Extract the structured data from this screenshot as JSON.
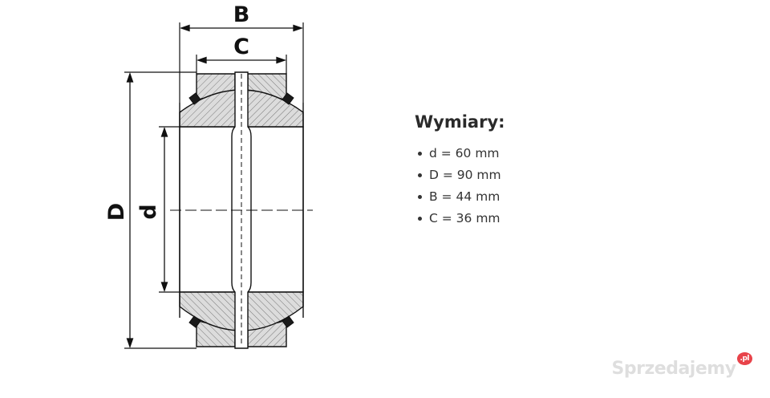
{
  "drawing": {
    "labels": {
      "B": "B",
      "C": "C",
      "D": "D",
      "d": "d"
    }
  },
  "specs": {
    "heading": "Wymiary:",
    "items": [
      "d = 60 mm",
      "D = 90 mm",
      "B = 44 mm",
      "C = 36 mm"
    ]
  },
  "watermark": {
    "text": "Sprzedajemy",
    "badge": ".pl"
  },
  "colors": {
    "line": "#111111",
    "hatch_fill": "#d9d9d9",
    "seal": "#1a1a1a",
    "watermark_badge": "#e8434a"
  }
}
